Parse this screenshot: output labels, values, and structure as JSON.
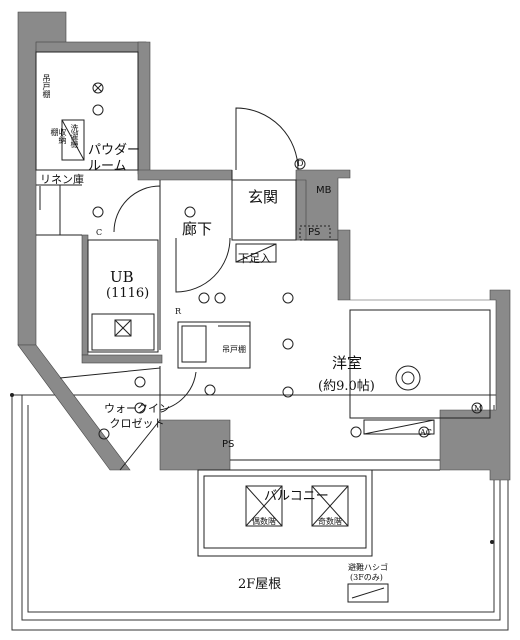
{
  "rooms": {
    "powder_room": "パウダー\nルーム",
    "linen": "リネン庫",
    "ub": "UB",
    "ub_size": "(1116)",
    "walk_in": "ウォークイン\nクロゼット",
    "hallway": "廊下",
    "entrance": "玄関",
    "shoe_box": "下足入",
    "western_room": "洋室",
    "western_size": "(約9.0帖)",
    "balcony": "バルコニー",
    "roof": "2F屋根"
  },
  "fixtures": {
    "mb": "MB",
    "ps_top": "PS",
    "ps_bottom": "PS",
    "hanger_top": "吊戸棚",
    "hanger_kitchen": "吊戸棚",
    "shelf": "棚",
    "storage": "収納",
    "washer": "洗濯機",
    "even_floor": "偶数階",
    "odd_floor": "奇数階",
    "ladder_title": "避難ハシゴ",
    "ladder_note": "(3Fのみ)",
    "refrigerator": "R",
    "ac": "AC",
    "meter": "M",
    "door_d": "D",
    "c_mark": "C"
  },
  "colors": {
    "wall": "#8a8a8a",
    "line": "#222222"
  }
}
